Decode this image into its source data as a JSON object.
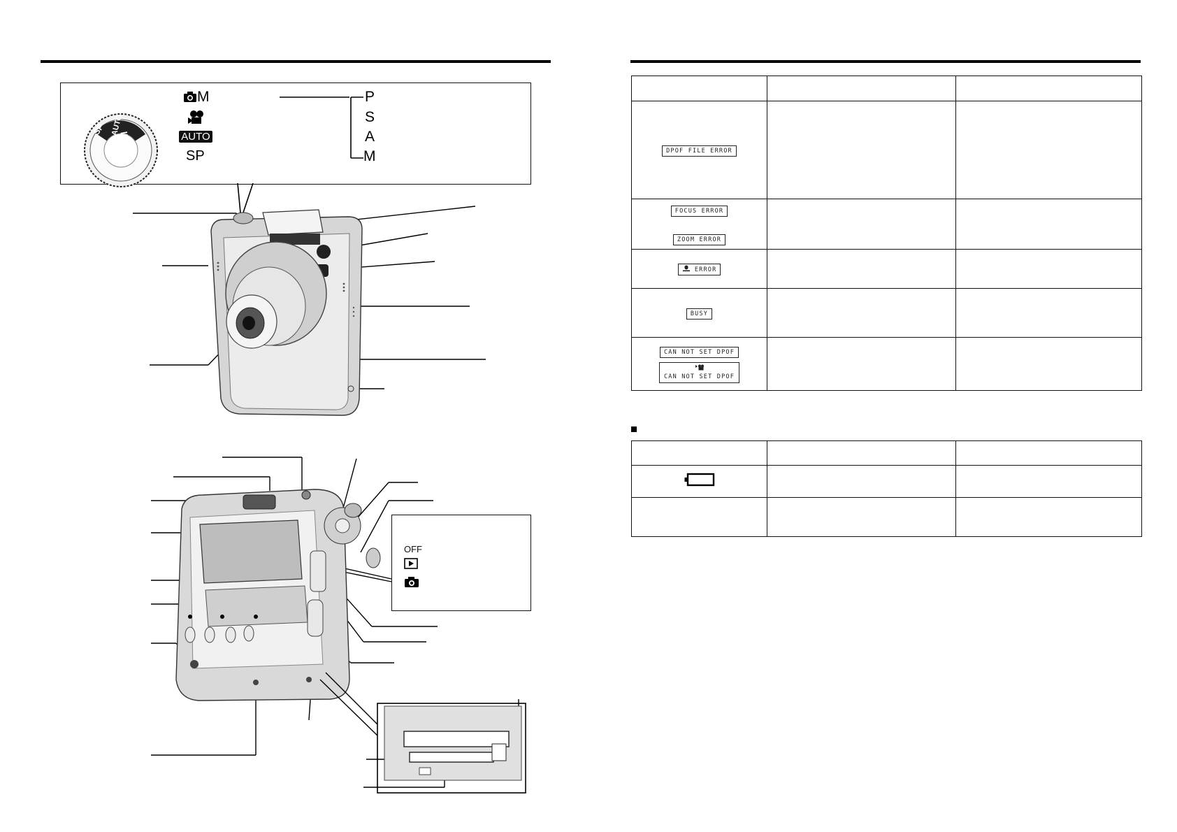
{
  "mode_dial": {
    "left_column": [
      "M",
      "AUTO",
      "SP"
    ],
    "right_column": [
      "P",
      "S",
      "A",
      "M"
    ],
    "dial_labels": [
      "SP",
      "AUTO",
      "M"
    ]
  },
  "power_switch": {
    "items": [
      "OFF"
    ]
  },
  "error_table": {
    "rows": [
      {
        "display": [
          "DPOF FILE ERROR"
        ]
      },
      {
        "display": [
          "FOCUS ERROR",
          "ZOOM ERROR"
        ]
      },
      {
        "display": [
          "ERROR"
        ]
      },
      {
        "display": [
          "BUSY"
        ]
      },
      {
        "display": [
          "CAN NOT SET DPOF",
          "CAN NOT SET DPOF"
        ]
      }
    ]
  },
  "battery_table": {
    "rows": [
      {
        "icon": "battery-low-icon"
      },
      {
        "icon": ""
      }
    ]
  },
  "colors": {
    "ink": "#111111",
    "camera_body": "#d9d9d9",
    "camera_shadow": "#a8a8a8"
  }
}
